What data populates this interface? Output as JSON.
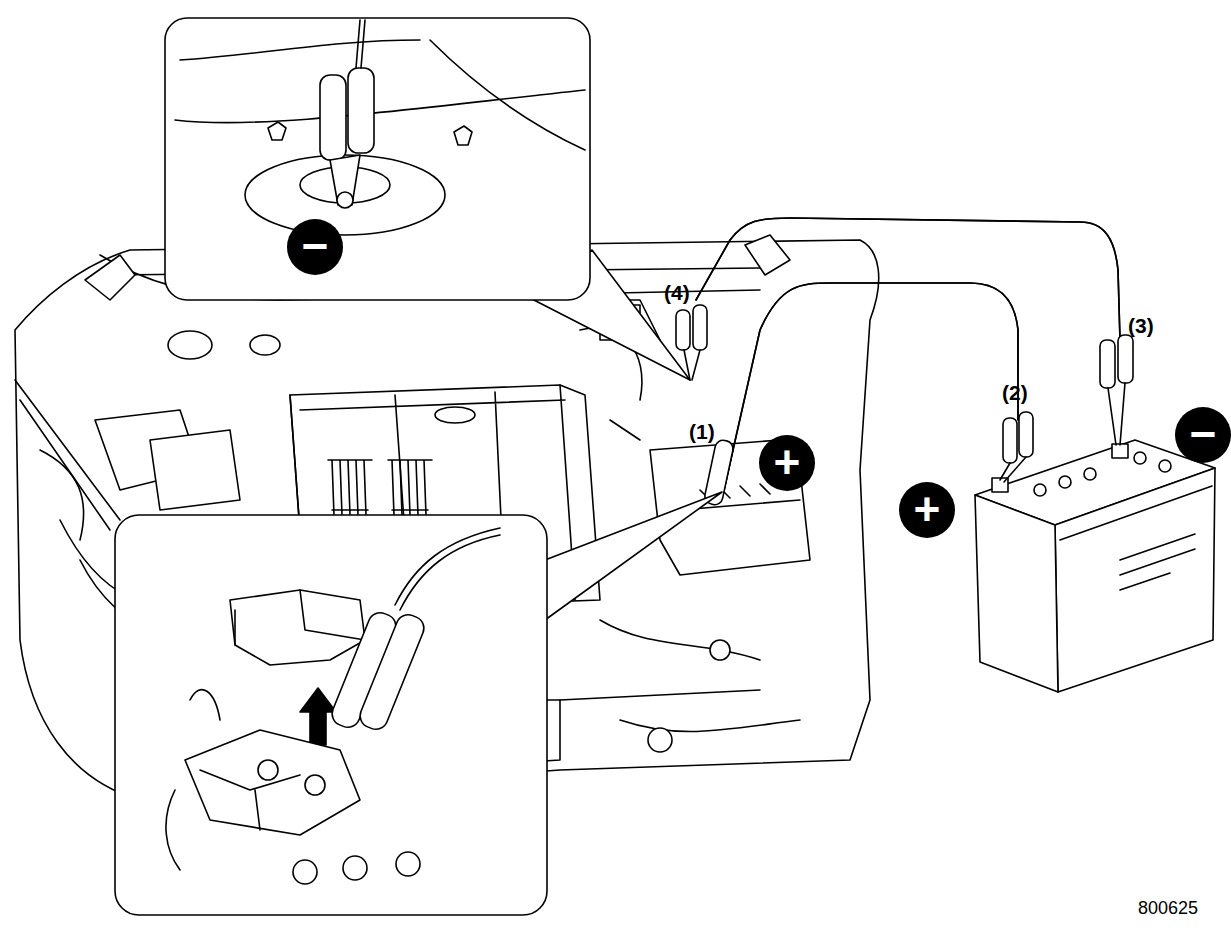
{
  "diagram": {
    "labels": [
      "−",
      "(4)",
      "(3)",
      "(2)",
      "(1)",
      "−",
      "+",
      "+",
      "800625"
    ]
  }
}
